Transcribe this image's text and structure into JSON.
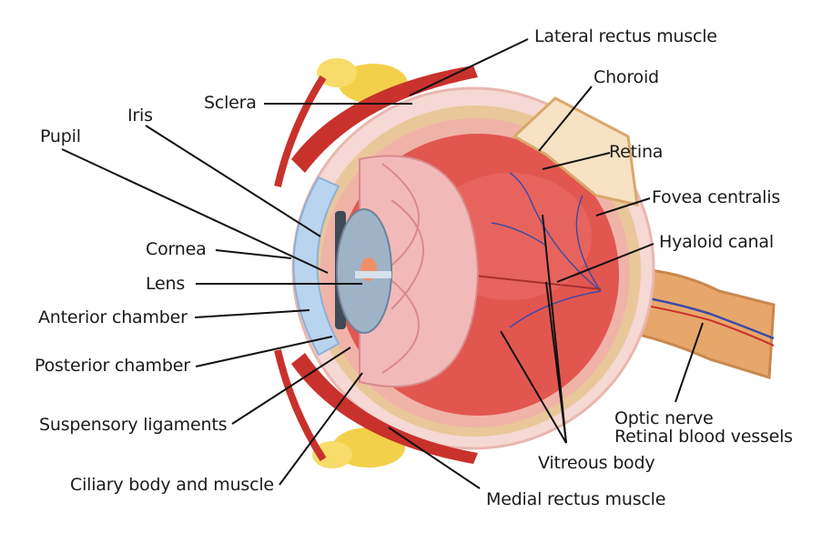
{
  "diagram": {
    "colors": {
      "sclera": "#f6d8d4",
      "choroid": "#e9c79a",
      "retina": "#f0b3a8",
      "vitreous": "#e25650",
      "muscle": "#c9312c",
      "fat": "#f3d04a",
      "cornea": "#b9d4ee",
      "lens": "#9fb3c6",
      "nerve": "#e7a76a",
      "vessel": "#3a4aa8"
    },
    "labels": {
      "lateral_rectus": "Lateral rectus muscle",
      "choroid": "Choroid",
      "sclera": "Sclera",
      "iris": "Iris",
      "pupil": "Pupil",
      "retina": "Retina",
      "fovea": "Fovea centralis",
      "hyaloid": "Hyaloid canal",
      "cornea": "Cornea",
      "lens": "Lens",
      "anterior": "Anterior chamber",
      "posterior": "Posterior chamber",
      "suspensory": "Suspensory ligaments",
      "ciliary": "Ciliary body and muscle",
      "optic": "Optic nerve",
      "retinal_vessels": "Retinal blood vessels",
      "vitreous": "Vitreous body",
      "medial_rectus": "Medial rectus muscle"
    }
  }
}
